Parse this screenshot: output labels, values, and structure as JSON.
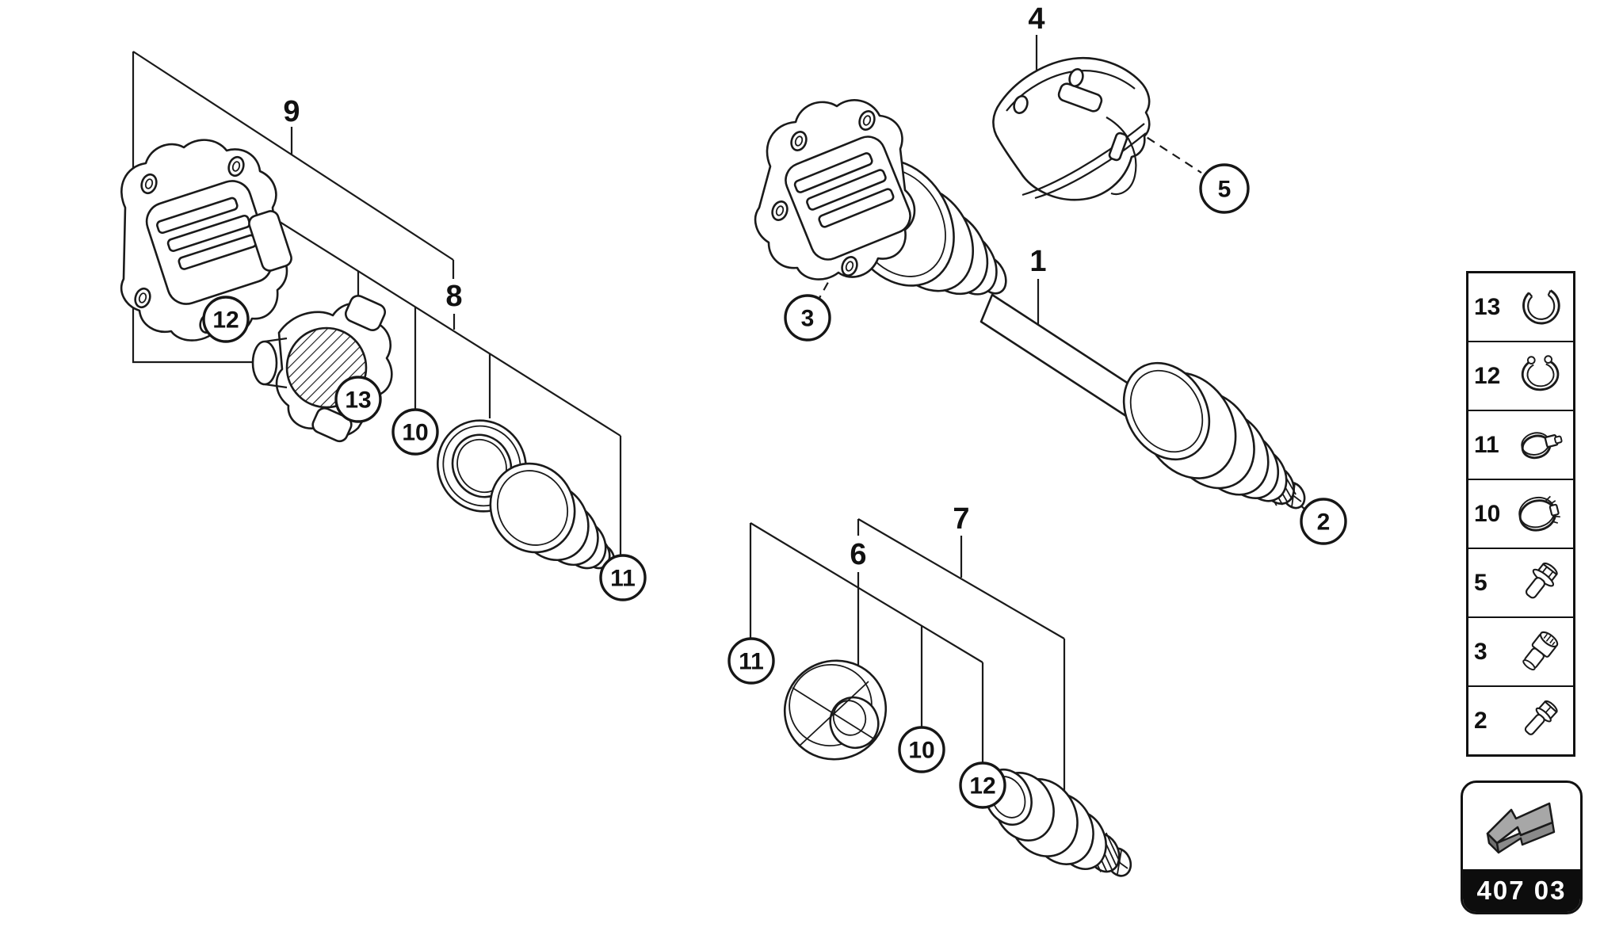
{
  "callouts": {
    "l9": "9",
    "l8": "8",
    "l1": "1",
    "l4": "4",
    "l6": "6",
    "l7": "7",
    "c2": "2",
    "c3": "3",
    "c5": "5",
    "c10a": "10",
    "c10b": "10",
    "c11a": "11",
    "c11b": "11",
    "c12a": "12",
    "c12b": "12",
    "c13a": "13"
  },
  "sidebar": {
    "rows": [
      {
        "num": "13",
        "icon": "snap-ring-icon"
      },
      {
        "num": "12",
        "icon": "circlip-icon"
      },
      {
        "num": "11",
        "icon": "small-clamp-icon"
      },
      {
        "num": "10",
        "icon": "large-clamp-icon"
      },
      {
        "num": "5",
        "icon": "flange-bolt-icon"
      },
      {
        "num": "3",
        "icon": "spline-bushing-icon"
      },
      {
        "num": "2",
        "icon": "hex-bolt-icon"
      }
    ]
  },
  "footer": {
    "code": "407 03",
    "icon": "back-arrow-icon"
  }
}
